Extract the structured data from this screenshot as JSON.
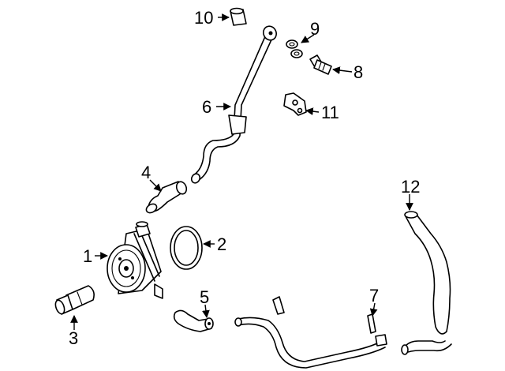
{
  "diagram": {
    "callouts": [
      {
        "id": "c1",
        "text": "1"
      },
      {
        "id": "c2",
        "text": "2"
      },
      {
        "id": "c3",
        "text": "3"
      },
      {
        "id": "c4",
        "text": "4"
      },
      {
        "id": "c5",
        "text": "5"
      },
      {
        "id": "c6",
        "text": "6"
      },
      {
        "id": "c7",
        "text": "7"
      },
      {
        "id": "c8",
        "text": "8"
      },
      {
        "id": "c9",
        "text": "9"
      },
      {
        "id": "c10",
        "text": "10"
      },
      {
        "id": "c11",
        "text": "11"
      },
      {
        "id": "c12",
        "text": "12"
      }
    ],
    "colors": {
      "ink": "#000000",
      "background": "#ffffff"
    }
  }
}
